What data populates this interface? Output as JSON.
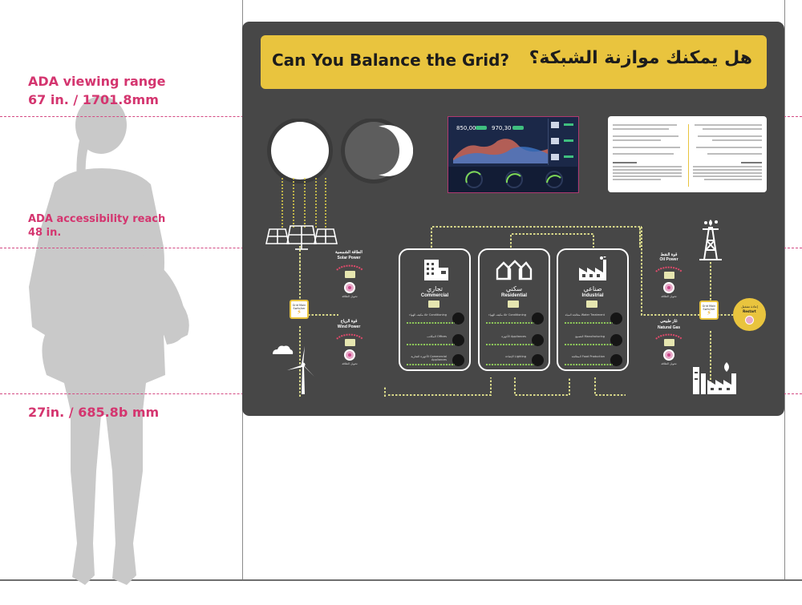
{
  "ada": {
    "viewing_title": "ADA viewing range",
    "viewing_value": "67 in. / 1701.8mm",
    "reach_title": "ADA accessibility  reach",
    "reach_value": "48 in.",
    "floor_value": "27in. / 685.8b mm"
  },
  "banner": {
    "title_en": "Can You Balance the Grid?",
    "title_ar": "هل يمكنك موازنة الشبكة؟"
  },
  "screen": {
    "value_left": "850,00",
    "value_right": "970,30"
  },
  "sources": {
    "solar": {
      "label_ar": "الطاقة الشمسية",
      "label_en": "Solar Power",
      "sub": "تحويل الطاقة"
    },
    "wind": {
      "label_ar": "قوة الرياح",
      "label_en": "Wind Power",
      "sub": "تحويل الطاقة"
    },
    "oil": {
      "label_ar": "قوة النفط",
      "label_en": "Oil Power",
      "sub": "تحويل الطاقة"
    },
    "gas": {
      "label_ar": "غاز طبيعي",
      "label_en": "Natural Gas",
      "sub": "تحويل الطاقة"
    }
  },
  "switches": {
    "left": "Grid Main Switcher",
    "right": "Grid Main Switcher"
  },
  "restart": {
    "label_ar": "إعادة تشغيل",
    "label_en": "Restart"
  },
  "sectors": [
    {
      "label_ar": "تجاري",
      "label_en": "Commercial",
      "loads": [
        "مكيف الهواء Air Conditioning",
        "المكاتب Offices",
        "الأجهزة التجارية Commercial Appliances"
      ]
    },
    {
      "label_ar": "سكني",
      "label_en": "Residential",
      "loads": [
        "مكيف الهواء Air Conditioning",
        "الأجهزة Appliances",
        "الإضاءة Lighting"
      ]
    },
    {
      "label_ar": "صناعي",
      "label_en": "Industrial",
      "loads": [
        "معالجة المياه Water Treatment",
        "التصنيع Manufacturing",
        "المعالجة Food Production"
      ]
    }
  ],
  "colors": {
    "panel": "#474747",
    "banner": "#e9c43e",
    "ada_line": "#d44a83",
    "ada_text": "#d4356f",
    "wire": "#d9d98a",
    "load_bar": "#8fcb5a",
    "silhouette": "#c9c9c9"
  }
}
